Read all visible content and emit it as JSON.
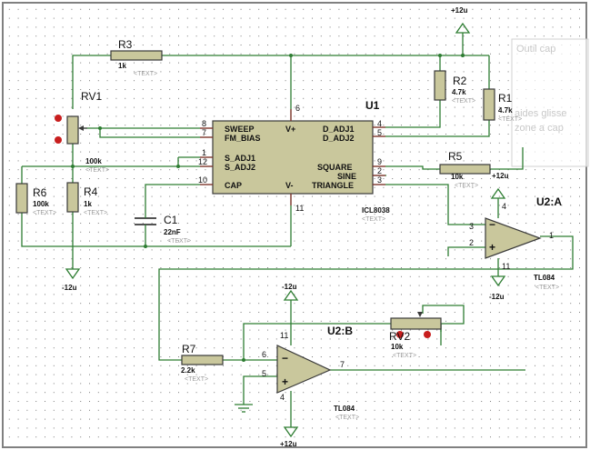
{
  "supply": {
    "pos": "+12u",
    "neg": "-12u"
  },
  "overlay_texts": [
    "Outil cap",
    "aides glisse",
    "zone a cap"
  ],
  "placeholder": "<TEXT>",
  "u1": {
    "ref": "U1",
    "part": "ICL8038",
    "pins_left": [
      {
        "num": "8",
        "label": "SWEEP"
      },
      {
        "num": "7",
        "label": "FM_BIAS"
      },
      {
        "num": "1",
        "label": "S_ADJ1"
      },
      {
        "num": "12",
        "label": "S_ADJ2"
      },
      {
        "num": "10",
        "label": "CAP"
      }
    ],
    "pins_right": [
      {
        "num": "4",
        "label": "D_ADJ1"
      },
      {
        "num": "5",
        "label": "D_ADJ2"
      },
      {
        "num": "9",
        "label": "SQUARE"
      },
      {
        "num": "2",
        "label": "SINE"
      },
      {
        "num": "3",
        "label": "TRIANGLE"
      }
    ],
    "vplus": {
      "num": "6",
      "label": "V+"
    },
    "vminus": {
      "num": "11",
      "label": "V-"
    }
  },
  "components": {
    "r3": {
      "ref": "R3",
      "value": "1k"
    },
    "r2": {
      "ref": "R2",
      "value": "4.7k"
    },
    "r1": {
      "ref": "R1",
      "value": "4.7k"
    },
    "r5": {
      "ref": "R5",
      "value": "10k"
    },
    "r6": {
      "ref": "R6",
      "value": "100k"
    },
    "r4": {
      "ref": "R4",
      "value": "1k"
    },
    "rv1": {
      "ref": "RV1",
      "value": "100k"
    },
    "c1": {
      "ref": "C1",
      "value": "22nF"
    },
    "r7": {
      "ref": "R7",
      "value": "2.2k"
    },
    "rv2": {
      "ref": "RV2",
      "value": "10k"
    }
  },
  "u2a": {
    "ref": "U2:A",
    "part": "TL084",
    "pin_inv": "2",
    "pin_noninv": "3",
    "pin_out": "1",
    "pin_vp": "4",
    "pin_vm": "11"
  },
  "u2b": {
    "ref": "U2:B",
    "part": "TL084",
    "pin_inv": "6",
    "pin_noninv": "5",
    "pin_out": "7",
    "pin_vp": "11",
    "pin_vm": "4"
  }
}
